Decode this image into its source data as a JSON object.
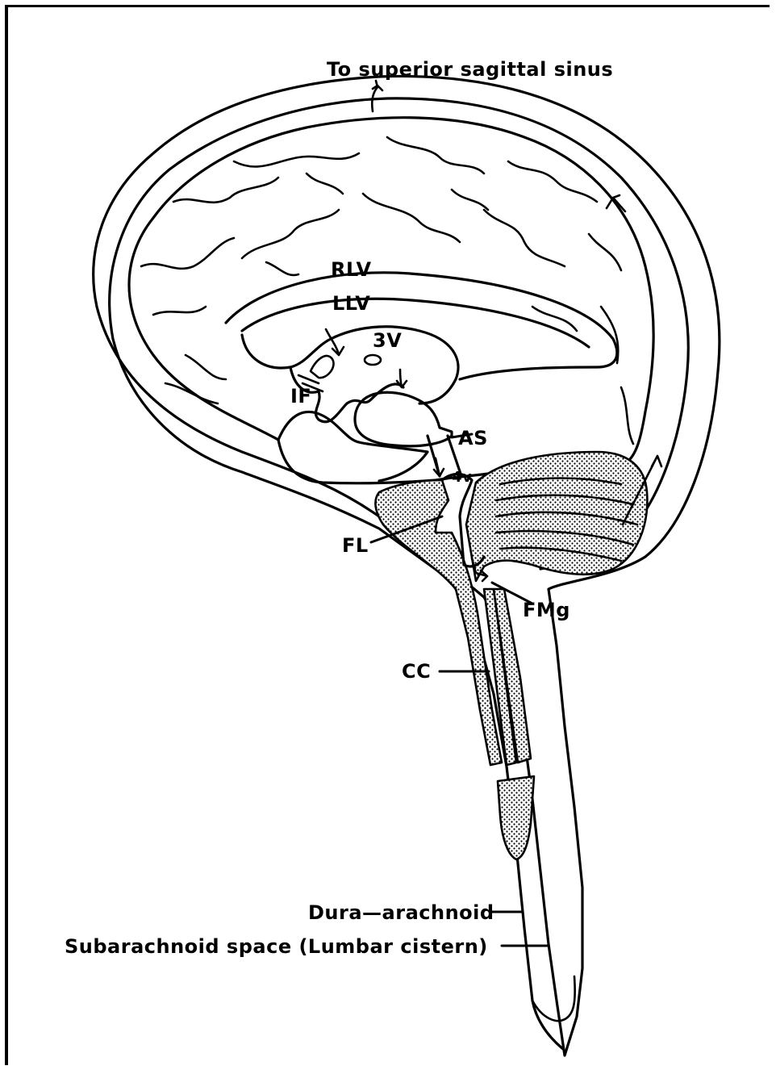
{
  "labels": {
    "sinus": "To superior sagittal sinus",
    "rlv": "RLV",
    "llv": "LLV",
    "v3": "3V",
    "if": "IF",
    "as": "AS",
    "v4": "4v",
    "fl": "FL",
    "fmg": "FMg",
    "cc": "CC",
    "dura": "Dura—arachnoid",
    "subarachnoid": "Subarachnoid space (Lumbar cistern)"
  }
}
